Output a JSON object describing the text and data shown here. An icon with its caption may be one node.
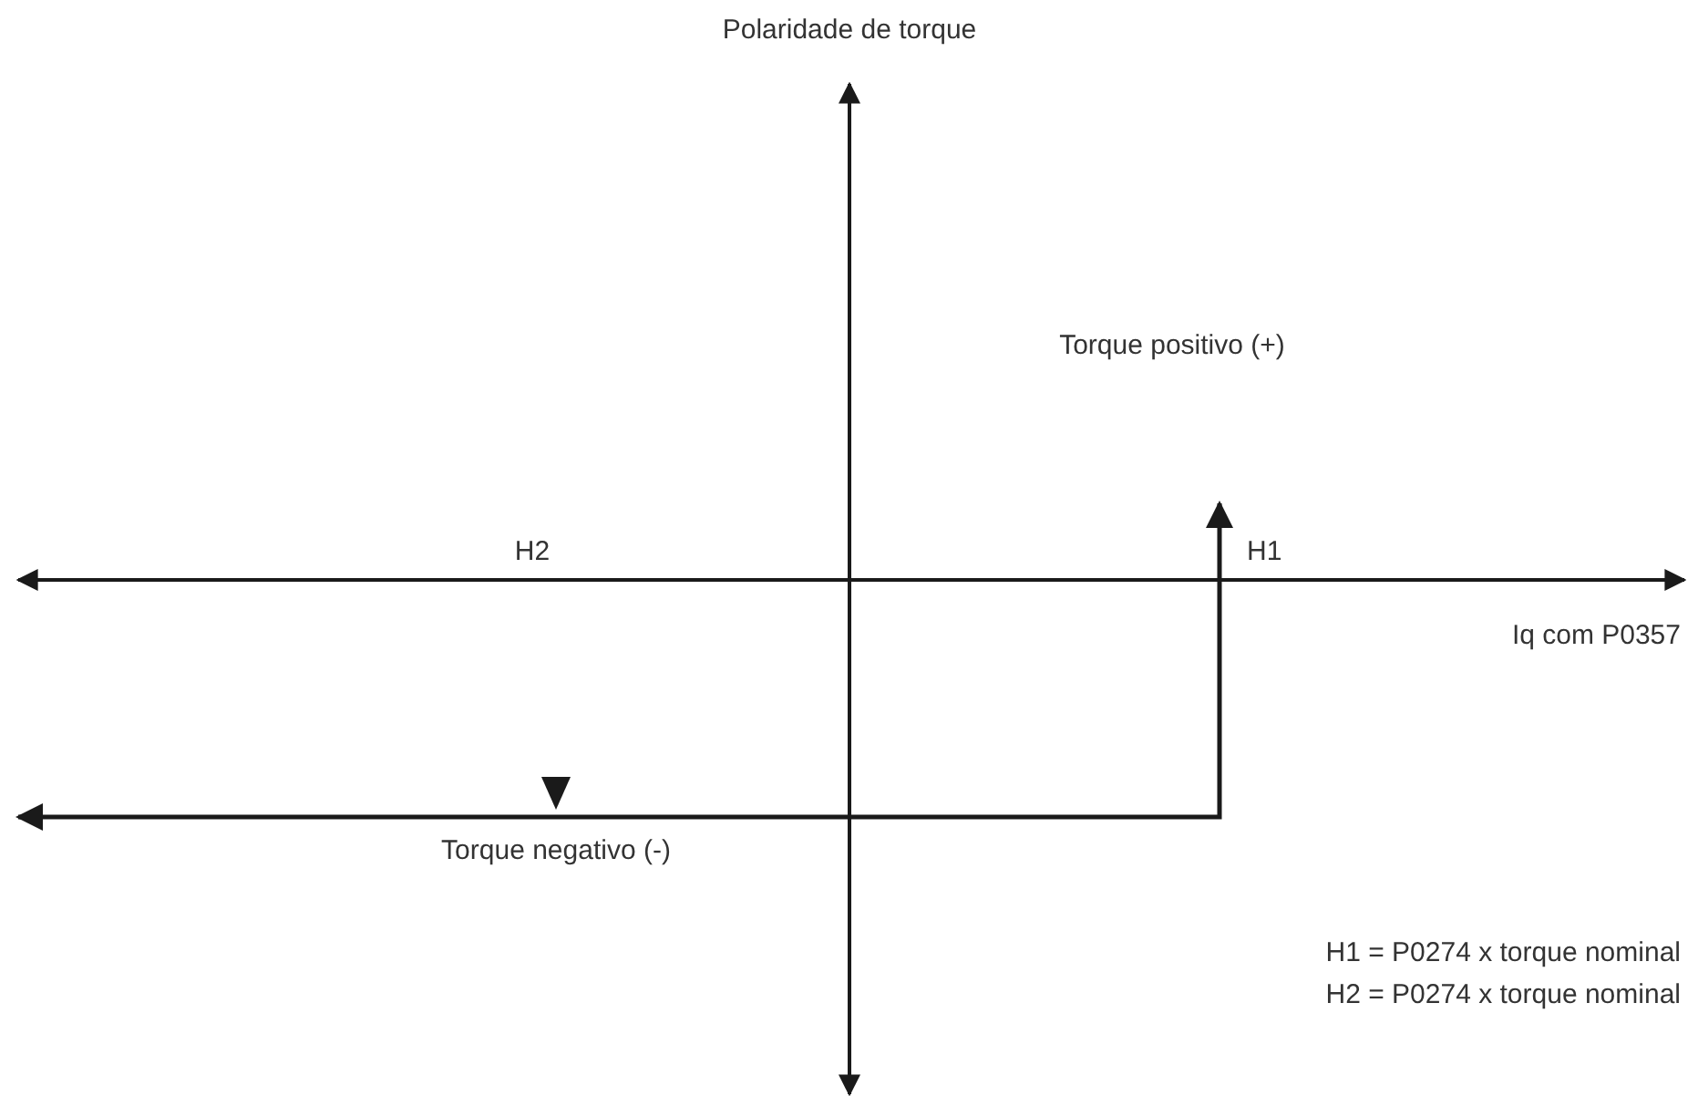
{
  "diagram": {
    "labels": [
      "Polaridade de torque",
      "Torque positivo (+)",
      "H2",
      "H1",
      "Iq com P0357",
      "Torque negativo (-)",
      "H1 = P0274 x torque nominal",
      "H2 = P0274 x torque nominal"
    ]
  }
}
